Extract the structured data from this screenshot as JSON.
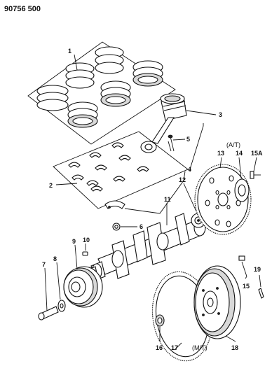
{
  "header": {
    "doc_number": "90756 500"
  },
  "notes": {
    "auto_trans": "(A/T)",
    "manual_trans": "(M/T)"
  },
  "callouts": {
    "c1": "1",
    "c2": "2",
    "c3": "3",
    "c4": "4",
    "c5": "5",
    "c6": "6",
    "c7": "7",
    "c8": "8",
    "c9": "9",
    "c10": "10",
    "c11": "11",
    "c12": "12",
    "c13": "13",
    "c14": "14",
    "c15a": "15A",
    "c15": "15",
    "c16": "16",
    "c17": "17",
    "c18": "18",
    "c19": "19"
  }
}
